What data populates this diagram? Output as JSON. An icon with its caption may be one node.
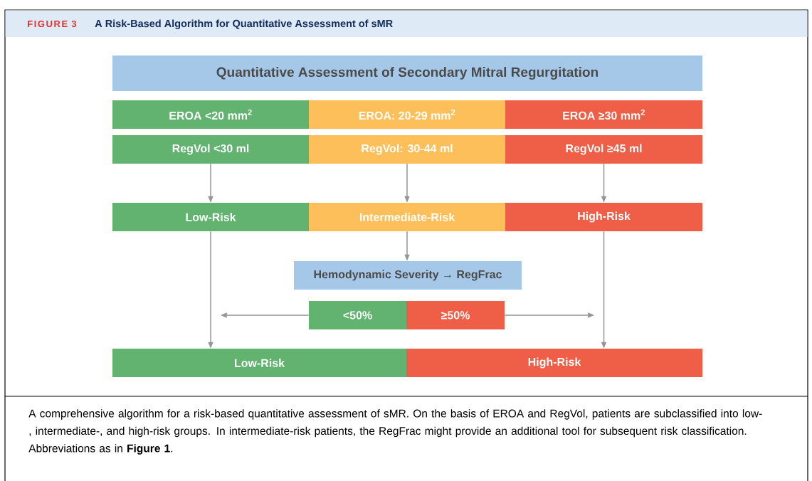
{
  "diagram": {
    "title": "A Risk-Based Algorithm for Quantitative Assessment of sMR",
    "caption": "A comprehensive algorithm for a risk-based quantitative assessment of sMR. On the basis of EROA and RegVol, patients are subclassified into low-, intermediate-, and high-risk groups. In intermediate-risk patients, the RegFrac might provide an additional tool for subsequent risk classification. Abbreviations as in **Figure 1**.",
    "labels": [
      "FIGURE 3"
    ],
    "nodes": [
      {
        "text": [
          "Quantitative Assessment of Secondary Mitral Regurgitation"
        ]
      },
      {
        "text": [
          "EROA <20 mm$^{2}$"
        ]
      },
      {
        "text": [
          "EROA: 20-29 mm$^{2}$"
        ]
      },
      {
        "text": [
          "EROA ≥30 mm$^{2}$"
        ]
      },
      {
        "text": [
          "RegVol <30 ml"
        ]
      },
      {
        "text": [
          "RegVol: 30-44 ml"
        ]
      },
      {
        "text": [
          "RegVol ≥45 ml"
        ]
      },
      {
        "text": [
          "Low-Risk"
        ]
      },
      {
        "text": [
          "Intermediate-Risk"
        ]
      },
      {
        "text": [
          "High-Risk"
        ]
      },
      {
        "text": [
          "Hemodynamic Severity → RegFrac"
        ]
      },
      {
        "text": [
          "<50%"
        ]
      },
      {
        "text": [
          "≥50%"
        ]
      },
      {
        "text": [
          "Low-Risk"
        ]
      },
      {
        "text": [
          "High-Risk"
        ]
      }
    ],
    "edges": [
      {
        "from": 4,
        "to": 7,
        "arrow": "to"
      },
      {
        "from": 5,
        "to": 8,
        "arrow": "to"
      },
      {
        "from": 6,
        "to": 9,
        "arrow": "to"
      },
      {
        "from": 8,
        "to": 10,
        "arrow": "to"
      },
      {
        "from": 11,
        "to": null,
        "arrow": "to"
      },
      {
        "from": 12,
        "to": null,
        "arrow": "to"
      },
      {
        "from": 7,
        "to": 13,
        "arrow": "to"
      },
      {
        "from": 9,
        "to": 14,
        "arrow": "to"
      }
    ]
  }
}
